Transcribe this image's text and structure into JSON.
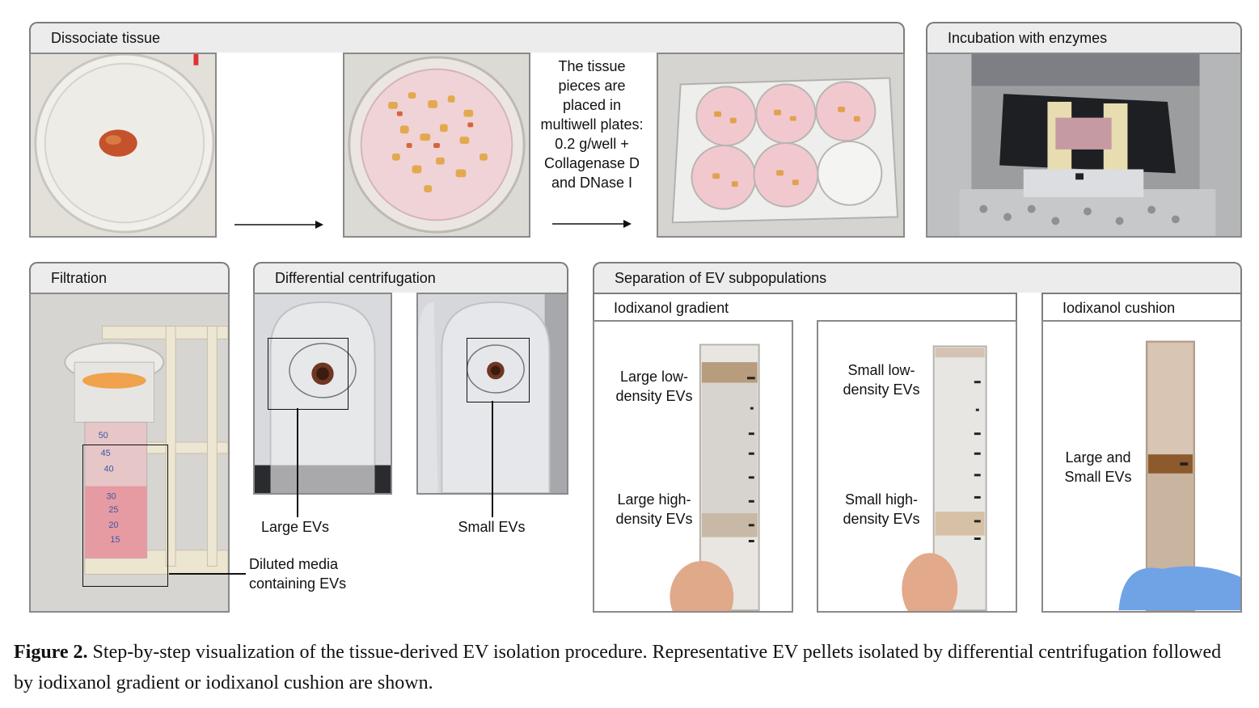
{
  "panels": {
    "dissociate": {
      "title": "Dissociate tissue",
      "note": "The tissue pieces are placed in multiwell plates: 0.2 g/well + Collagenase D and DNase I"
    },
    "incubation": {
      "title": "Incubation with enzymes"
    },
    "filtration": {
      "title": "Filtration",
      "note": "Diluted media containing EVs"
    },
    "centrifugation": {
      "title": "Differential centrifugation",
      "label_large": "Large EVs",
      "label_small": "Small EVs"
    },
    "separation": {
      "title": "Separation of EV subpopulations",
      "gradient": {
        "title": "Iodixanol gradient",
        "large_low": "Large low-density EVs",
        "large_high": "Large high-density EVs",
        "small_low": "Small low-density EVs",
        "small_high": "Small high-density EVs"
      },
      "cushion": {
        "title": "Iodixanol cushion",
        "label": "Large and Small EVs"
      }
    }
  },
  "caption": {
    "label": "Figure 2.",
    "text": " Step-by-step visualization of the tissue-derived EV isolation procedure. Representative EV pellets isolated by differential centrifugation followed by iodixanol gradient or iodixanol cushion are shown."
  }
}
